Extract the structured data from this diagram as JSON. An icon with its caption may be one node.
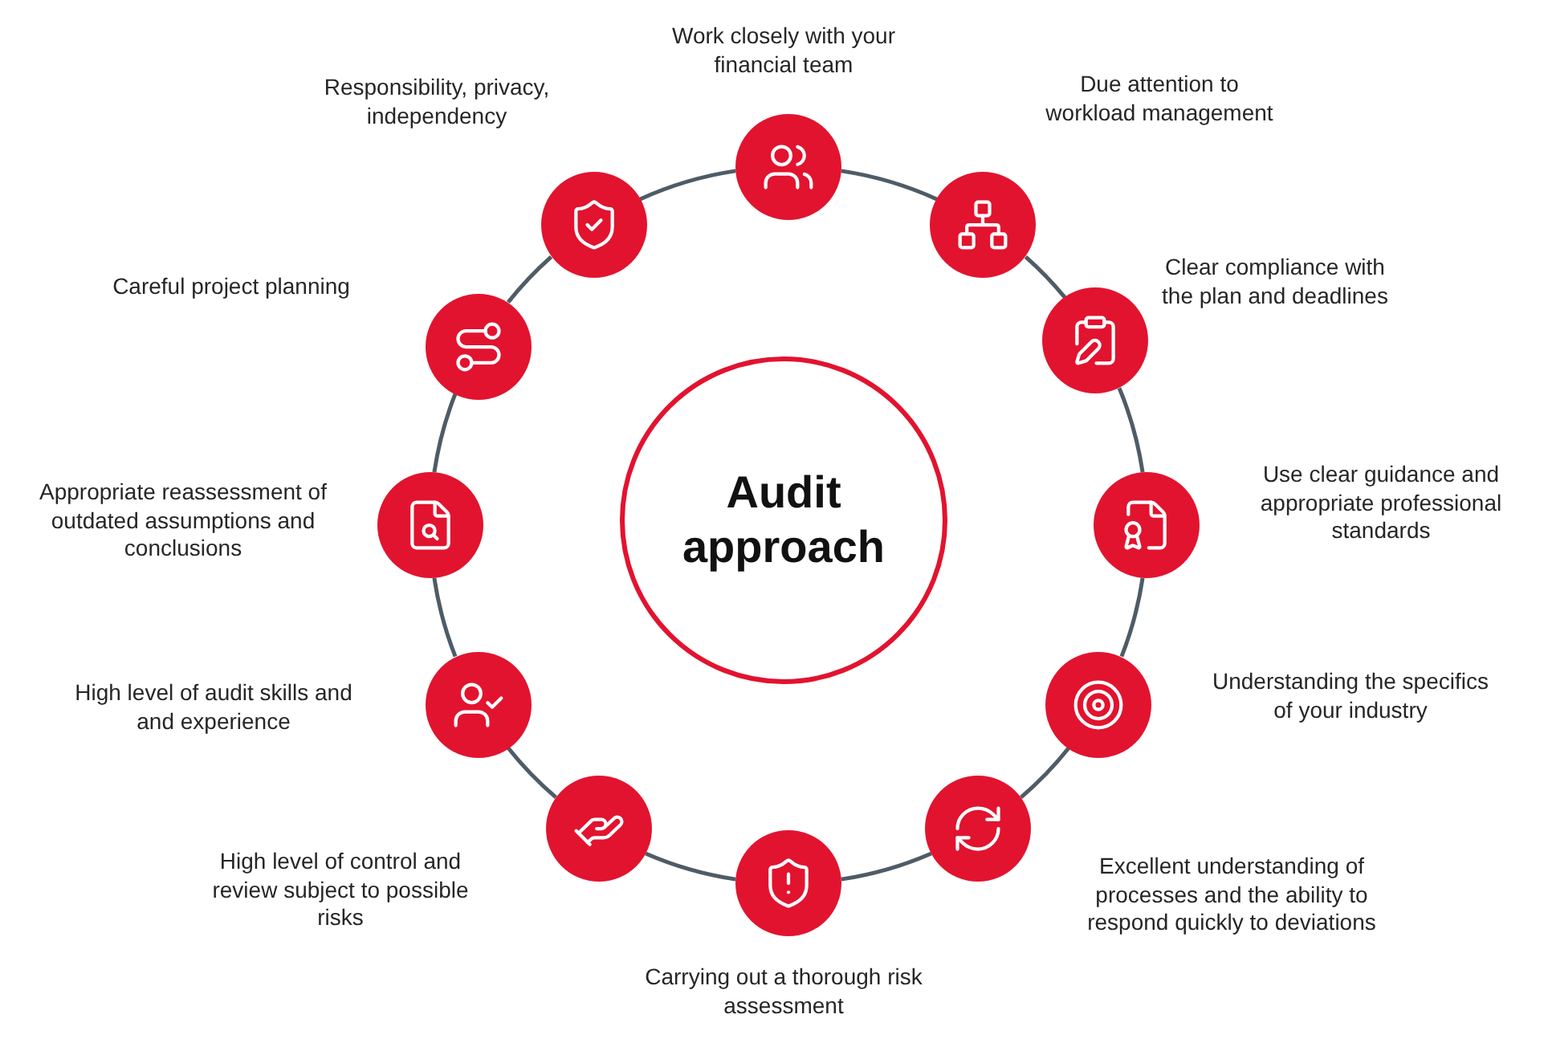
{
  "diagram": {
    "nodes": [
      {
        "text": [
          "Audit approach"
        ]
      },
      {
        "text": [],
        "shape": "circle",
        "beside": [
          "Work closely with your financial team"
        ]
      },
      {
        "text": [],
        "shape": "circle",
        "beside": [
          "Due attention to workload management"
        ]
      },
      {
        "text": [],
        "shape": "circle",
        "beside": [
          "Clear compliance with the plan and deadlines"
        ]
      },
      {
        "text": [],
        "shape": "circle",
        "beside": [
          "Use clear guidance and appropriate professional standards"
        ]
      },
      {
        "text": [],
        "shape": "circle",
        "beside": [
          "Understanding the specifics of your industry"
        ]
      },
      {
        "text": [],
        "shape": "circle",
        "beside": [
          "Excellent understanding of processes and the ability to respond quickly to deviations"
        ]
      },
      {
        "text": [],
        "shape": "circle",
        "beside": [
          "Carrying out a thorough risk assessment"
        ]
      },
      {
        "text": [],
        "shape": "circle",
        "beside": [
          "High level of control and review subject to possible risks"
        ]
      },
      {
        "text": [],
        "shape": "circle",
        "beside": [
          "High level of audit skills and and experience"
        ]
      },
      {
        "text": [],
        "shape": "circle",
        "beside": [
          "Appropriate reassessment of outdated assumptions and conclusions"
        ]
      },
      {
        "text": [],
        "shape": "circle",
        "beside": [
          "Careful project planning"
        ]
      },
      {
        "text": [],
        "shape": "circle",
        "beside": [
          "Responsibility, privacy, independency"
        ]
      }
    ],
    "edges": [
      {
        "from": 1,
        "to": 2,
        "arrow": "none"
      },
      {
        "from": 2,
        "to": 3,
        "arrow": "none"
      },
      {
        "from": 3,
        "to": 4,
        "arrow": "none"
      },
      {
        "from": 4,
        "to": 5,
        "arrow": "none"
      },
      {
        "from": 5,
        "to": 6,
        "arrow": "none"
      },
      {
        "from": 6,
        "to": 7,
        "arrow": "none"
      },
      {
        "from": 7,
        "to": 8,
        "arrow": "none"
      },
      {
        "from": 8,
        "to": 9,
        "arrow": "none"
      },
      {
        "from": 9,
        "to": 10,
        "arrow": "none"
      },
      {
        "from": 10,
        "to": 11,
        "arrow": "none"
      },
      {
        "from": 11,
        "to": 12,
        "arrow": "none"
      },
      {
        "from": 12,
        "to": 1,
        "arrow": "none"
      }
    ]
  }
}
